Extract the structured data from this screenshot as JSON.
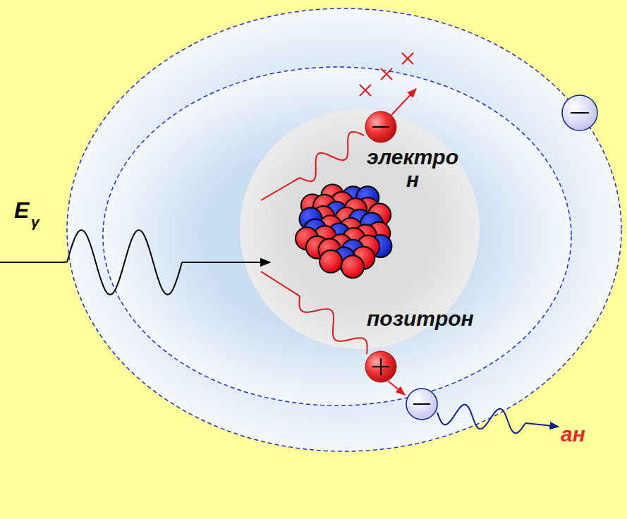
{
  "diagram": {
    "labels": [
      "E",
      "γ",
      "электро н",
      "позитрон",
      "ан"
    ]
  }
}
